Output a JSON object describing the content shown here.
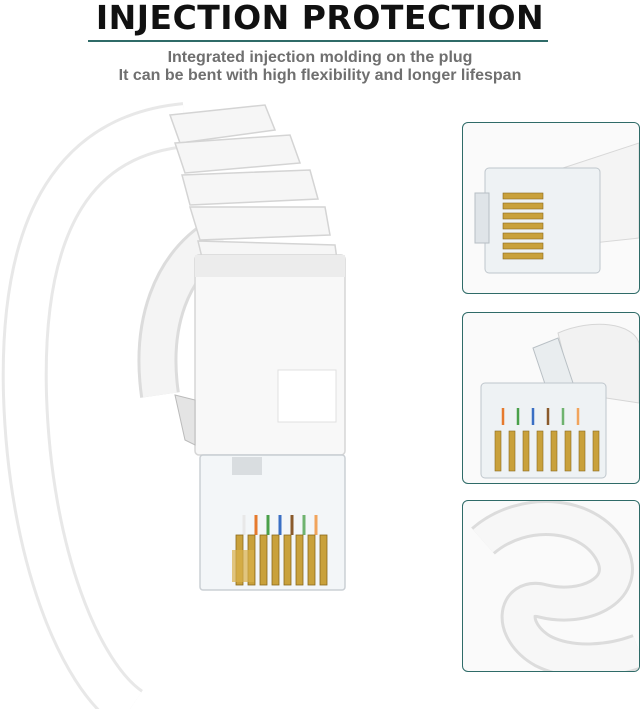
{
  "header": {
    "title": "INJECTION PROTECTION",
    "subtitle_line1": "Integrated injection molding on the plug",
    "subtitle_line2": "It can be bent with high flexibility and longer lifespan"
  },
  "colors": {
    "accent": "#2f6b68",
    "title": "#111111",
    "subtitle": "#6f6f6f",
    "gold": "#c9a13b"
  },
  "detail_panels": [
    {
      "subject": "plug-side-view"
    },
    {
      "subject": "plug-front-view"
    },
    {
      "subject": "flat-cable-curl"
    }
  ]
}
